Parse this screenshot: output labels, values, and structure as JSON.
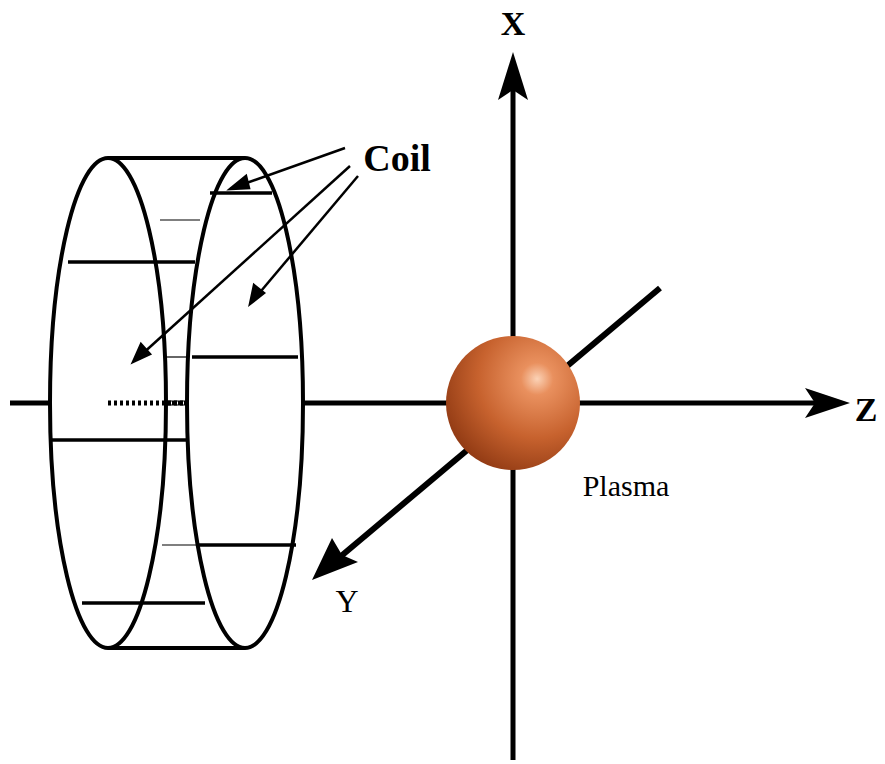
{
  "diagram": {
    "labels": [
      "X",
      "Y",
      "Z",
      "Coil",
      "Plasma"
    ]
  }
}
